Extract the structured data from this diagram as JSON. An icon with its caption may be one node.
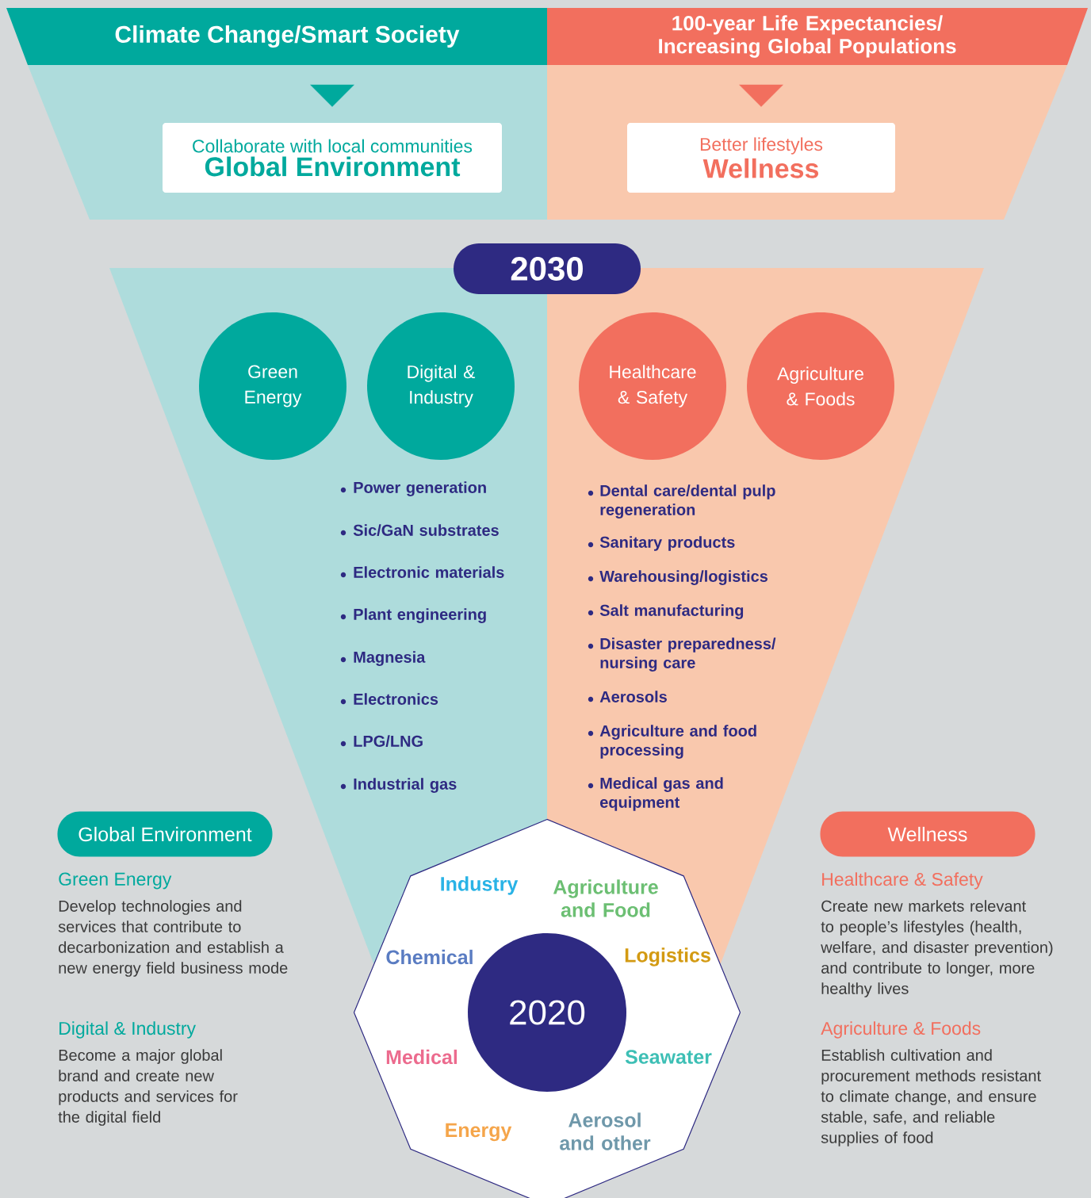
{
  "diagram": {
    "nodes": [
      {
        "text": [
          "Climate Change/Smart Society"
        ]
      },
      {
        "text": [
          "Collaborate with local communities",
          "Global Environment"
        ]
      },
      {
        "text": [
          "100-year Life Expectancies/ Increasing Global Populations"
        ]
      },
      {
        "text": [
          "Better lifestyles",
          "Wellness"
        ]
      },
      {
        "text": [
          "2030"
        ]
      },
      {
        "text": [
          "Green Energy"
        ]
      },
      {
        "text": [
          "Digital & Industry"
        ]
      },
      {
        "text": [
          "Healthcare & Safety"
        ]
      },
      {
        "text": [
          "Agriculture & Foods"
        ]
      },
      {
        "text": [
          "Industry",
          "Agriculture and Food",
          "Chemical",
          "Logistics",
          "Medical",
          "Seawater",
          "Energy",
          "Aerosol and other"
        ]
      },
      {
        "text": [
          "2020"
        ],
        "in": 9
      },
      {
        "text": [
          "Global Environment"
        ]
      },
      {
        "text": [
          "Wellness"
        ]
      }
    ],
    "edges": [
      {
        "from": 0,
        "to": 1,
        "arrow": "to"
      },
      {
        "from": 2,
        "to": 3,
        "arrow": "to"
      }
    ],
    "labels": [
      "Power generation",
      "Sic/GaN substrates",
      "Electronic materials",
      "Plant engineering",
      "Magnesia",
      "Electronics",
      "LPG/LNG",
      "Industrial gas",
      "Dental care/dental pulp regeneration",
      "Sanitary products",
      "Warehousing/logistics",
      "Salt manufacturing",
      "Disaster preparedness/ nursing care",
      "Aerosols",
      "Agriculture and food processing",
      "Medical gas and equipment",
      "Green Energy",
      "Develop technologies and services that contribute to decarbonization and establish a new energy field business mode",
      "Digital & Industry",
      "Become a major global brand and create new products and services for the digital field",
      "Healthcare & Safety",
      "Create new markets relevant to people’s lifestyles (health, welfare, and disaster prevention) and contribute to longer, more healthy lives",
      "Agriculture & Foods",
      "Establish cultivation and procurement methods resistant to climate change, and ensure stable, safe, and reliable supplies of food"
    ]
  }
}
